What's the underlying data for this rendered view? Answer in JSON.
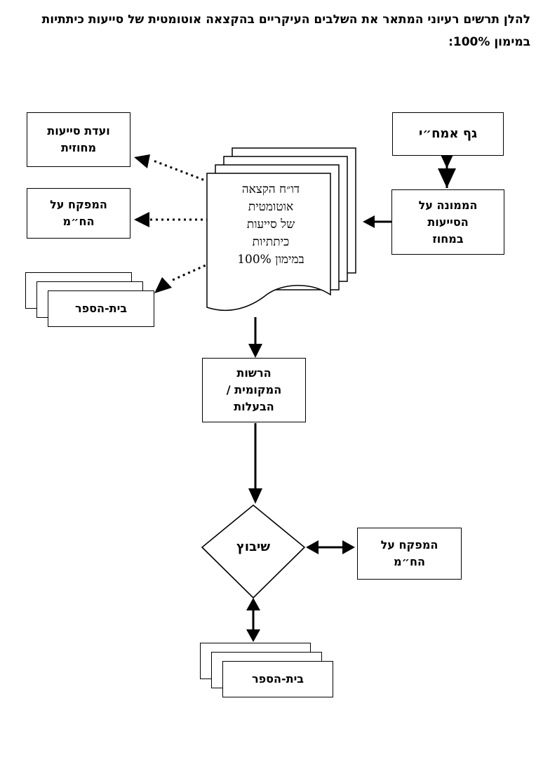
{
  "intro_text": "להלן תרשים רעיוני המתאר את השלבים העיקריים בהקצאה אוטומטית של סייעות כיתתיות במימון 100%:",
  "nodes": {
    "source_body": "גף אמח״י",
    "aide_officer": "הממונה על\nהסייעות\nבמחוז",
    "report": "דו״ח הקצאה\nאוטומטית\nשל סייעות\nכיתתיות\nבמימון 100%",
    "district_committee": "ועדת סייעות\nמחוזית",
    "inspector_top": "המפקח על\nהח״מ",
    "school_top": "בית-הספר",
    "local_authority": "הרשות\nהמקומית /\nהבעלות",
    "placement": "שיבוץ",
    "inspector_bottom": "המפקח על\nהח״מ",
    "school_bottom": "בית-הספר"
  }
}
